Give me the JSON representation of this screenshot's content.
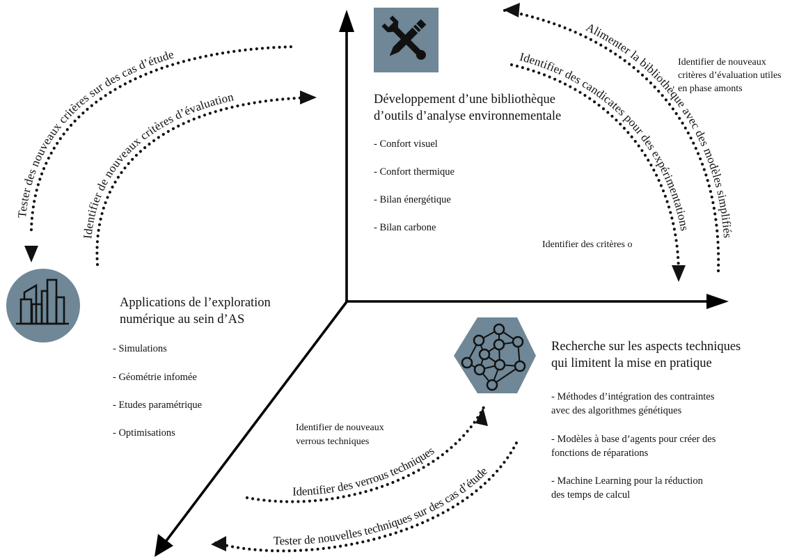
{
  "top": {
    "title_line1": "Développement d’une bibliothèque",
    "title_line2": "d’outils d’analyse environnementale",
    "bullets": [
      "- Confort visuel",
      "- Confort thermique",
      "- Bilan énergétique",
      "- Bilan carbone"
    ],
    "icon": "wrench-pencil-icon"
  },
  "left": {
    "title_line1": "Applications de l’exploration",
    "title_line2": "numérique au sein d’AS",
    "bullets": [
      "- Simulations",
      "- Géométrie infomée",
      "- Etudes paramétrique",
      "- Optimisations"
    ],
    "icon": "buildings-icon"
  },
  "right": {
    "title_line1": "Recherche sur les aspects techniques",
    "title_line2": "qui limitent la mise en pratique",
    "bullets": [
      [
        "- Méthodes d’intégration des contraintes",
        "avec des algorithmes génétiques"
      ],
      [
        "- Modèles à base d’agents pour créer des",
        "fonctions de réparations"
      ],
      [
        "- Machine Learning pour la réduction",
        "des temps de calcul"
      ]
    ],
    "icon": "network-graph-icon"
  },
  "notes": {
    "top_right": [
      "Identifier de nouveaux",
      "critères d’évaluation utiles",
      "en phase amonts"
    ],
    "top_mid": "Identifier des critères o",
    "bottom_mid": [
      "Identifier de nouveaux",
      "verrous techniques"
    ]
  },
  "curves": {
    "left_outer": "Tester des nouveaux critères sur des cas d’étude",
    "left_inner": "Identifier de nouveaux critères d’évaluation",
    "right_outer": "Alimenter la bibliothèque avec des modèles simplifiés",
    "right_inner": "Identifier des candicates pour des expérimentations",
    "bottom_inner": "Identifier des verrous techniques",
    "bottom_outer": "Tester de nouvelles techniques sur des cas d’étude"
  }
}
